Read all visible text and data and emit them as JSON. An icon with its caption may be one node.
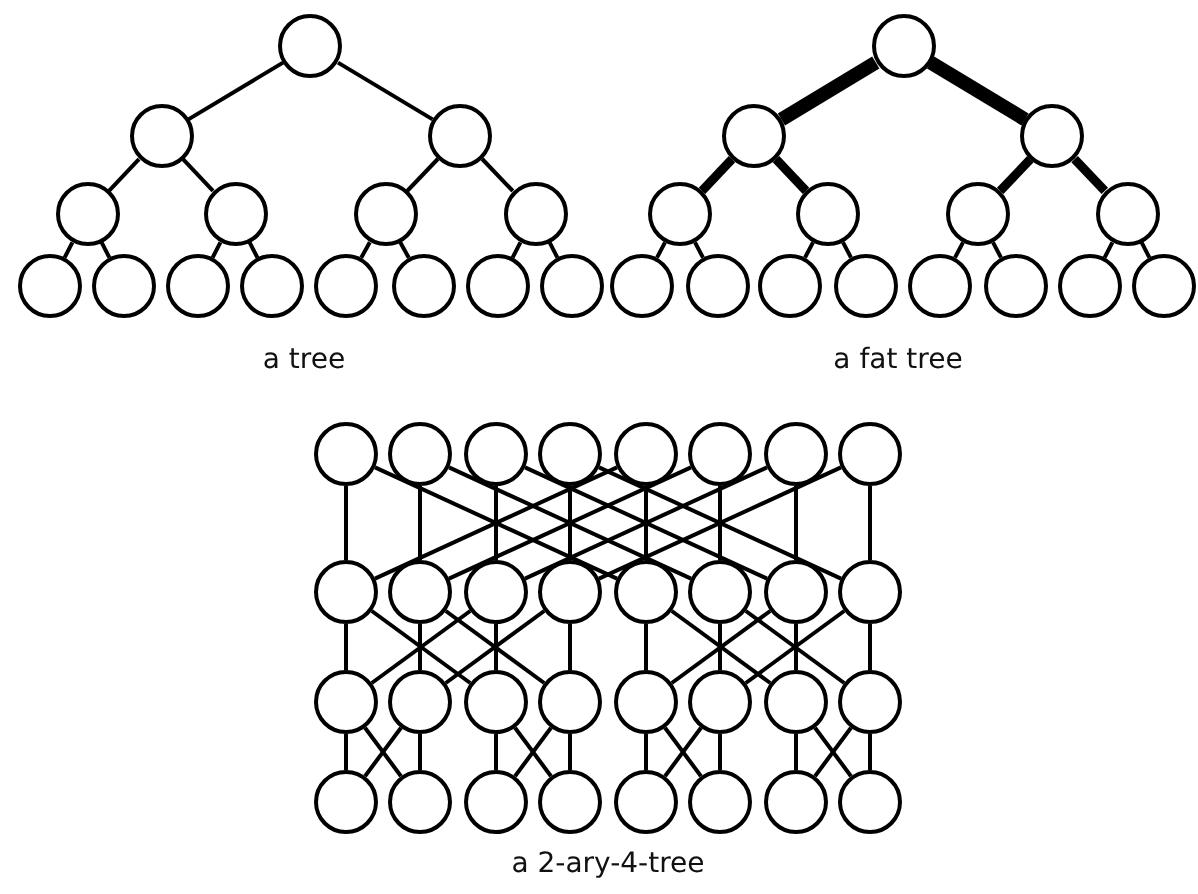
{
  "diagram": {
    "nodes": [
      {
        "text": [],
        "shape": "circle"
      },
      {
        "text": [],
        "shape": "circle"
      },
      {
        "text": [],
        "shape": "circle"
      },
      {
        "text": [],
        "shape": "circle"
      },
      {
        "text": [],
        "shape": "circle"
      },
      {
        "text": [],
        "shape": "circle"
      },
      {
        "text": [],
        "shape": "circle"
      },
      {
        "text": [],
        "shape": "circle"
      },
      {
        "text": [],
        "shape": "circle"
      },
      {
        "text": [],
        "shape": "circle"
      },
      {
        "text": [],
        "shape": "circle"
      },
      {
        "text": [],
        "shape": "circle"
      },
      {
        "text": [],
        "shape": "circle"
      },
      {
        "text": [],
        "shape": "circle"
      },
      {
        "text": [],
        "shape": "circle"
      },
      {
        "text": [],
        "shape": "circle"
      },
      {
        "text": [],
        "shape": "circle"
      },
      {
        "text": [],
        "shape": "circle"
      },
      {
        "text": [],
        "shape": "circle"
      },
      {
        "text": [],
        "shape": "circle"
      },
      {
        "text": [],
        "shape": "circle"
      },
      {
        "text": [],
        "shape": "circle"
      },
      {
        "text": [],
        "shape": "circle"
      },
      {
        "text": [],
        "shape": "circle"
      },
      {
        "text": [],
        "shape": "circle"
      },
      {
        "text": [],
        "shape": "circle"
      },
      {
        "text": [],
        "shape": "circle"
      },
      {
        "text": [],
        "shape": "circle"
      },
      {
        "text": [],
        "shape": "circle"
      },
      {
        "text": [],
        "shape": "circle"
      },
      {
        "text": [],
        "shape": "circle"
      },
      {
        "text": [],
        "shape": "circle"
      },
      {
        "text": [],
        "shape": "circle"
      },
      {
        "text": [],
        "shape": "circle"
      },
      {
        "text": [],
        "shape": "circle"
      },
      {
        "text": [],
        "shape": "circle"
      },
      {
        "text": [],
        "shape": "circle"
      },
      {
        "text": [],
        "shape": "circle"
      },
      {
        "text": [],
        "shape": "circle"
      },
      {
        "text": [],
        "shape": "circle"
      },
      {
        "text": [],
        "shape": "circle"
      },
      {
        "text": [],
        "shape": "circle"
      },
      {
        "text": [],
        "shape": "circle"
      },
      {
        "text": [],
        "shape": "circle"
      },
      {
        "text": [],
        "shape": "circle"
      },
      {
        "text": [],
        "shape": "circle"
      },
      {
        "text": [],
        "shape": "circle"
      },
      {
        "text": [],
        "shape": "circle"
      },
      {
        "text": [],
        "shape": "circle"
      },
      {
        "text": [],
        "shape": "circle"
      },
      {
        "text": [],
        "shape": "circle"
      },
      {
        "text": [],
        "shape": "circle"
      },
      {
        "text": [],
        "shape": "circle"
      },
      {
        "text": [],
        "shape": "circle"
      },
      {
        "text": [],
        "shape": "circle"
      },
      {
        "text": [],
        "shape": "circle"
      },
      {
        "text": [],
        "shape": "circle"
      },
      {
        "text": [],
        "shape": "circle"
      },
      {
        "text": [],
        "shape": "circle"
      },
      {
        "text": [],
        "shape": "circle"
      },
      {
        "text": [],
        "shape": "circle"
      },
      {
        "text": [],
        "shape": "circle"
      }
    ],
    "edges": [
      {
        "from": 0,
        "to": 1,
        "arrow": "none"
      },
      {
        "from": 0,
        "to": 2,
        "arrow": "none"
      },
      {
        "from": 1,
        "to": 3,
        "arrow": "none"
      },
      {
        "from": 1,
        "to": 4,
        "arrow": "none"
      },
      {
        "from": 2,
        "to": 5,
        "arrow": "none"
      },
      {
        "from": 2,
        "to": 6,
        "arrow": "none"
      },
      {
        "from": 3,
        "to": 7,
        "arrow": "none"
      },
      {
        "from": 3,
        "to": 8,
        "arrow": "none"
      },
      {
        "from": 4,
        "to": 9,
        "arrow": "none"
      },
      {
        "from": 4,
        "to": 10,
        "arrow": "none"
      },
      {
        "from": 5,
        "to": 11,
        "arrow": "none"
      },
      {
        "from": 5,
        "to": 12,
        "arrow": "none"
      },
      {
        "from": 6,
        "to": 13,
        "arrow": "none"
      },
      {
        "from": 6,
        "to": 14,
        "arrow": "none"
      },
      {
        "from": 15,
        "to": 16,
        "arrow": "none",
        "style": "thick"
      },
      {
        "from": 15,
        "to": 17,
        "arrow": "none",
        "style": "thick"
      },
      {
        "from": 16,
        "to": 18,
        "arrow": "none",
        "style": "thick"
      },
      {
        "from": 16,
        "to": 19,
        "arrow": "none",
        "style": "thick"
      },
      {
        "from": 17,
        "to": 20,
        "arrow": "none",
        "style": "thick"
      },
      {
        "from": 17,
        "to": 21,
        "arrow": "none",
        "style": "thick"
      },
      {
        "from": 18,
        "to": 22,
        "arrow": "none"
      },
      {
        "from": 18,
        "to": 23,
        "arrow": "none"
      },
      {
        "from": 19,
        "to": 24,
        "arrow": "none"
      },
      {
        "from": 19,
        "to": 25,
        "arrow": "none"
      },
      {
        "from": 20,
        "to": 26,
        "arrow": "none"
      },
      {
        "from": 20,
        "to": 27,
        "arrow": "none"
      },
      {
        "from": 21,
        "to": 28,
        "arrow": "none"
      },
      {
        "from": 21,
        "to": 29,
        "arrow": "none"
      },
      {
        "from": 30,
        "to": 38,
        "arrow": "none"
      },
      {
        "from": 30,
        "to": 42,
        "arrow": "none"
      },
      {
        "from": 31,
        "to": 39,
        "arrow": "none"
      },
      {
        "from": 31,
        "to": 43,
        "arrow": "none"
      },
      {
        "from": 32,
        "to": 40,
        "arrow": "none"
      },
      {
        "from": 32,
        "to": 44,
        "arrow": "none"
      },
      {
        "from": 33,
        "to": 41,
        "arrow": "none"
      },
      {
        "from": 33,
        "to": 45,
        "arrow": "none"
      },
      {
        "from": 34,
        "to": 42,
        "arrow": "none"
      },
      {
        "from": 34,
        "to": 38,
        "arrow": "none"
      },
      {
        "from": 35,
        "to": 43,
        "arrow": "none"
      },
      {
        "from": 35,
        "to": 39,
        "arrow": "none"
      },
      {
        "from": 36,
        "to": 44,
        "arrow": "none"
      },
      {
        "from": 36,
        "to": 40,
        "arrow": "none"
      },
      {
        "from": 37,
        "to": 45,
        "arrow": "none"
      },
      {
        "from": 37,
        "to": 41,
        "arrow": "none"
      },
      {
        "from": 38,
        "to": 46,
        "arrow": "none"
      },
      {
        "from": 38,
        "to": 48,
        "arrow": "none"
      },
      {
        "from": 39,
        "to": 47,
        "arrow": "none"
      },
      {
        "from": 39,
        "to": 49,
        "arrow": "none"
      },
      {
        "from": 40,
        "to": 48,
        "arrow": "none"
      },
      {
        "from": 40,
        "to": 46,
        "arrow": "none"
      },
      {
        "from": 41,
        "to": 49,
        "arrow": "none"
      },
      {
        "from": 41,
        "to": 47,
        "arrow": "none"
      },
      {
        "from": 42,
        "to": 50,
        "arrow": "none"
      },
      {
        "from": 42,
        "to": 52,
        "arrow": "none"
      },
      {
        "from": 43,
        "to": 51,
        "arrow": "none"
      },
      {
        "from": 43,
        "to": 53,
        "arrow": "none"
      },
      {
        "from": 44,
        "to": 52,
        "arrow": "none"
      },
      {
        "from": 44,
        "to": 50,
        "arrow": "none"
      },
      {
        "from": 45,
        "to": 53,
        "arrow": "none"
      },
      {
        "from": 45,
        "to": 51,
        "arrow": "none"
      },
      {
        "from": 46,
        "to": 54,
        "arrow": "none"
      },
      {
        "from": 46,
        "to": 55,
        "arrow": "none"
      },
      {
        "from": 47,
        "to": 55,
        "arrow": "none"
      },
      {
        "from": 47,
        "to": 54,
        "arrow": "none"
      },
      {
        "from": 48,
        "to": 56,
        "arrow": "none"
      },
      {
        "from": 48,
        "to": 57,
        "arrow": "none"
      },
      {
        "from": 49,
        "to": 57,
        "arrow": "none"
      },
      {
        "from": 49,
        "to": 56,
        "arrow": "none"
      },
      {
        "from": 50,
        "to": 58,
        "arrow": "none"
      },
      {
        "from": 50,
        "to": 59,
        "arrow": "none"
      },
      {
        "from": 51,
        "to": 59,
        "arrow": "none"
      },
      {
        "from": 51,
        "to": 58,
        "arrow": "none"
      },
      {
        "from": 52,
        "to": 60,
        "arrow": "none"
      },
      {
        "from": 52,
        "to": 61,
        "arrow": "none"
      },
      {
        "from": 53,
        "to": 61,
        "arrow": "none"
      },
      {
        "from": 53,
        "to": 60,
        "arrow": "none"
      }
    ],
    "labels": [
      "a tree",
      "a fat tree",
      "a 2-ary-4-tree"
    ]
  }
}
